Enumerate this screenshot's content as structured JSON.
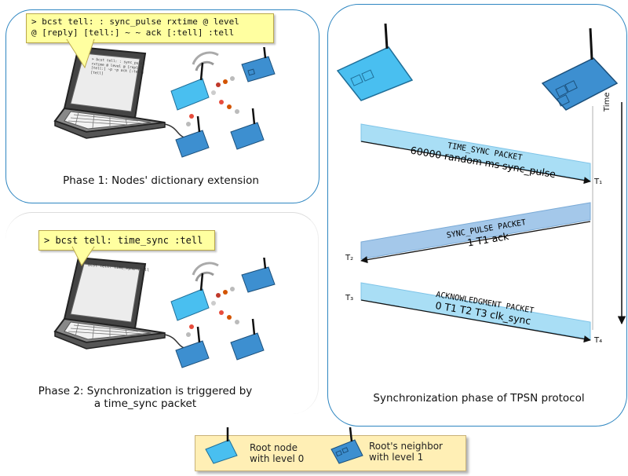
{
  "phase1": {
    "command": "> bcst tell: : sync_pulse rxtime @ level\n@ [reply] [tell:] ~ ~ ack [:tell] :tell",
    "screen_text": "> bcst tell: : sync_pulse\nrxtime @ level @ [reply]\n[tell:] ~p ~p ack [:tell]\n[tell]",
    "caption": "Phase 1: Nodes' dictionary extension"
  },
  "phase2": {
    "command": "> bcst tell: time_sync :tell",
    "screen_text": "bcst tell: time_sync :tell",
    "caption_line1": "Phase 2: Synchronization is triggered by",
    "caption_line2": "a time_sync packet"
  },
  "tpsn": {
    "caption": "Synchronization phase of  TPSN protocol",
    "time_label": "Time",
    "packets": [
      {
        "name": "TIME_SYNC PACKET",
        "detail": "60000 random ms sync_pulse"
      },
      {
        "name": "SYNC_PULSE PACKET",
        "detail": "1 T1 ack"
      },
      {
        "name": "ACKNOWLEDGMENT PACKET",
        "detail": "0 T1 T2 T3 clk_sync"
      }
    ],
    "t1": "T₁",
    "t2": "T₂",
    "t3": "T₃",
    "t4": "T₄"
  },
  "legend": {
    "root_line1": "Root node",
    "root_line2": "with level 0",
    "neighbor_line1": "Root's neighbor",
    "neighbor_line2": "with level 1"
  },
  "colors": {
    "panel_border": "#2e86c1",
    "root_node": "#49bff0",
    "neighbor_node": "#3d8fd0",
    "packet_fill": "#a9def5",
    "bubble": "#ffffa0"
  }
}
